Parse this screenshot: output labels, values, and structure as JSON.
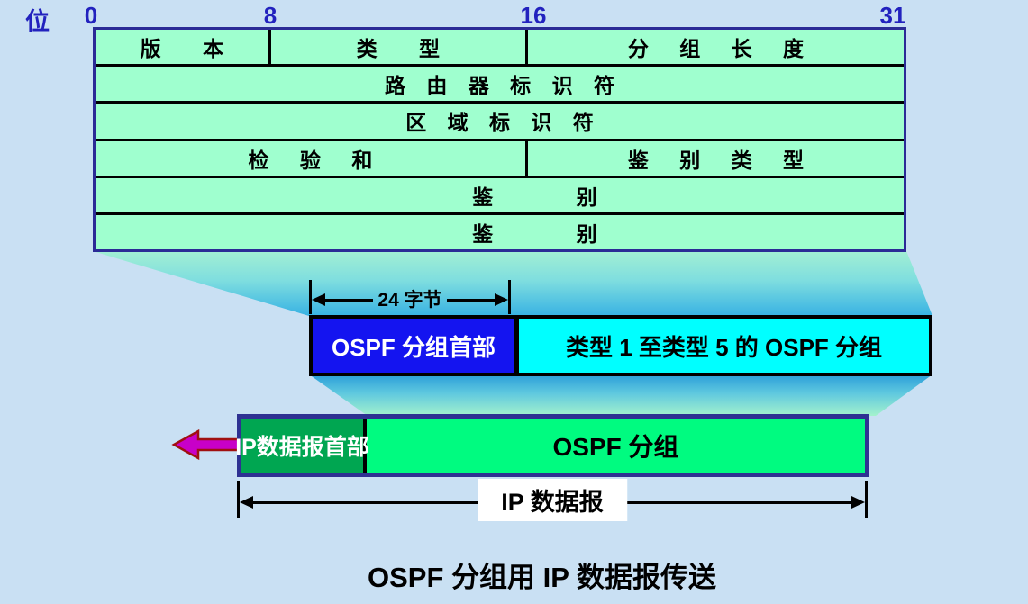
{
  "bit_axis": {
    "label": "位",
    "ticks": [
      "0",
      "8",
      "16",
      "31"
    ]
  },
  "ospf_header_table": {
    "row1": {
      "version": "版 本",
      "type": "类 型",
      "packet_length": "分 组 长 度"
    },
    "row2": {
      "router_id": "路 由 器 标 识 符"
    },
    "row3": {
      "area_id": "区 域 标 识 符"
    },
    "row4": {
      "checksum": "检 验 和",
      "auth_type": "鉴 别 类 型"
    },
    "row5": {
      "auth": "鉴 别"
    },
    "row6": {
      "auth": "鉴 别"
    }
  },
  "byte_span": {
    "label": "24 字节"
  },
  "ospf_packet_bar": {
    "header": "OSPF 分组首部",
    "body": "类型 1 至类型 5 的 OSPF 分组"
  },
  "ip_packet_bar": {
    "header": "IP数据报首部",
    "body": "OSPF 分组"
  },
  "ip_datagram_span": {
    "label": "IP 数据报"
  },
  "caption": "OSPF 分组用 IP 数据报传送",
  "colors": {
    "background": "#C9E0F3",
    "table_cell_green": "#9FFFCF",
    "table_border_blue": "#2B2B96",
    "grid_line_black": "#000000",
    "bit_label_blue": "#2222BE",
    "ospf_header_blue": "#1414F0",
    "ospf_body_cyan": "#00FFFF",
    "ip_header_green": "#00A651",
    "ip_body_spring_green": "#00FB80",
    "bar_border_navy": "#2E3192",
    "arrow_magenta": "#C800C8",
    "arrow_outline_dark_red": "#A01010"
  }
}
